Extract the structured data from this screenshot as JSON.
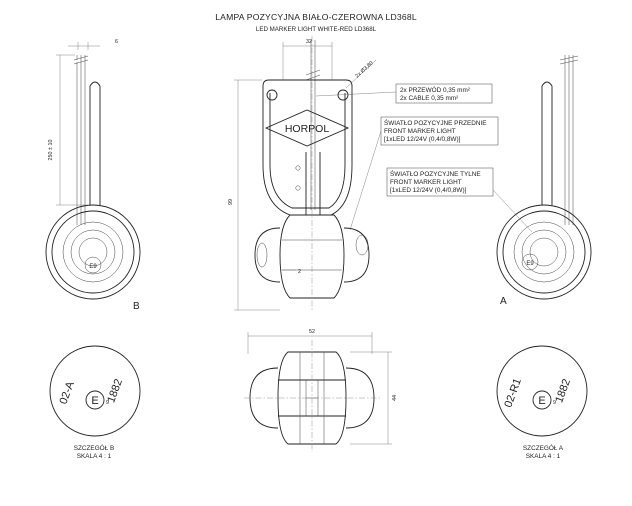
{
  "title": "LAMPA POZYCYJNA BIAŁO-CZEROWNA LD368L",
  "subtitle": "LED MARKER LIGHT WHITE-RED LD368L",
  "brand": "HORPOL",
  "dimensions": {
    "top_width": "32",
    "side_offset": "6",
    "hole": "2x Ø3,80",
    "height": "99",
    "wire_length": "250 ± 10",
    "inset": "2",
    "bottom_width": "52",
    "bottom_height": "44"
  },
  "notes": {
    "cable_pl": "2x PRZEWÓD 0,35 mm²",
    "cable_en": "2x CABLE 0,35 mm²",
    "front_pl": "ŚWIATŁO POZYCYJNE PRZEDNIE",
    "front_en": "FRONT MARKER LIGHT",
    "front_spec": "[1xLED 12/24V (0,4/0,8W)]",
    "rear_pl": "ŚWIATŁO POZYCYJNE TYLNE",
    "rear_en": "FRONT MARKER LIGHT",
    "rear_spec": "[1xLED 12/24V (0,4/0,8W)]"
  },
  "views": {
    "left_label": "B",
    "right_label": "A"
  },
  "details": {
    "left": {
      "code": "02-A",
      "mark": "E",
      "number": "9",
      "cert": "1882",
      "caption": "SZCZEGÓŁ B",
      "scale": "SKALA 4 : 1"
    },
    "right": {
      "code": "02-R1",
      "mark": "E",
      "number": "9",
      "cert": "1882",
      "caption": "SZCZEGÓŁ A",
      "scale": "SKALA 4 : 1"
    }
  }
}
